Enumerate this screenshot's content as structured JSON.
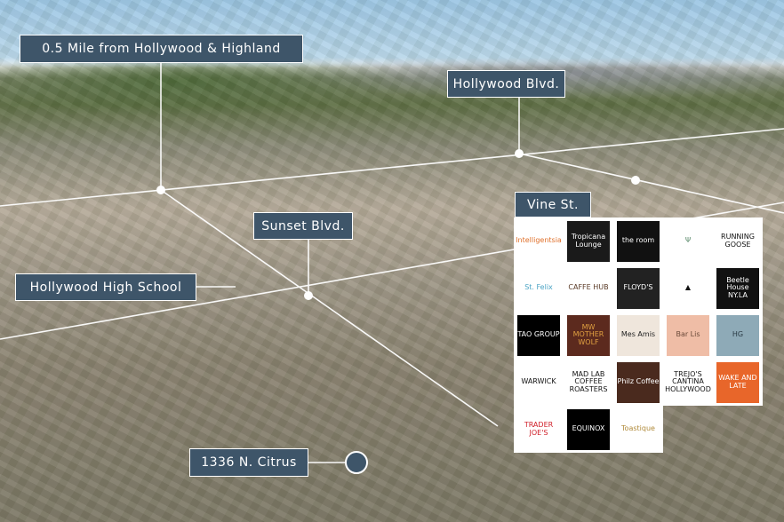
{
  "labels": {
    "highland": "0.5 Mile from Hollywood & Highland",
    "hollywood_blvd": "Hollywood Blvd.",
    "sunset_blvd": "Sunset Blvd.",
    "high_school": "Hollywood High School",
    "vine_st": "Vine St.",
    "property": "1336 N. Citrus"
  },
  "colors": {
    "label_bg": "#3e5569",
    "line": "#ffffff"
  },
  "logos": [
    {
      "text": "Intelligentsia",
      "bg": "#ffffff",
      "fg": "#e0702a"
    },
    {
      "text": "Tropicana Lounge",
      "bg": "#1a1a1a",
      "fg": "#ffffff"
    },
    {
      "text": "the room",
      "bg": "#111111",
      "fg": "#ffffff"
    },
    {
      "text": "Ψ",
      "bg": "#ffffff",
      "fg": "#5a8a6a"
    },
    {
      "text": "RUNNING GOOSE",
      "bg": "#ffffff",
      "fg": "#111111"
    },
    {
      "text": "St. Felix",
      "bg": "#ffffff",
      "fg": "#4aa3c4"
    },
    {
      "text": "CAFFE HUB",
      "bg": "#ffffff",
      "fg": "#5a3a26"
    },
    {
      "text": "FLOYD'S",
      "bg": "#222222",
      "fg": "#ffffff"
    },
    {
      "text": "▲",
      "bg": "#ffffff",
      "fg": "#111111"
    },
    {
      "text": "Beetle House NY.LA",
      "bg": "#111111",
      "fg": "#ffffff"
    },
    {
      "text": "TAO GROUP",
      "bg": "#000000",
      "fg": "#ffffff"
    },
    {
      "text": "MW MOTHER WOLF",
      "bg": "#5c2a1e",
      "fg": "#e0a040"
    },
    {
      "text": "Mes Amis",
      "bg": "#efe6dc",
      "fg": "#222222"
    },
    {
      "text": "Bar Lis",
      "bg": "#efbda6",
      "fg": "#6a4a3a"
    },
    {
      "text": "HG",
      "bg": "#8eaab7",
      "fg": "#2a3a44"
    },
    {
      "text": "WARWICK",
      "bg": "#ffffff",
      "fg": "#111111"
    },
    {
      "text": "MAD LAB COFFEE ROASTERS",
      "bg": "#ffffff",
      "fg": "#111111"
    },
    {
      "text": "Philz Coffee",
      "bg": "#4a2a1e",
      "fg": "#ffffff"
    },
    {
      "text": "TREJO'S CANTINA HOLLYWOOD",
      "bg": "#ffffff",
      "fg": "#111111"
    },
    {
      "text": "WAKE AND LATE",
      "bg": "#e8662a",
      "fg": "#ffffff"
    },
    {
      "text": "TRADER JOE'S",
      "bg": "#ffffff",
      "fg": "#d0202a"
    },
    {
      "text": "EQUINOX",
      "bg": "#000000",
      "fg": "#ffffff"
    },
    {
      "text": "Toastique",
      "bg": "#ffffff",
      "fg": "#b08a3a"
    }
  ]
}
